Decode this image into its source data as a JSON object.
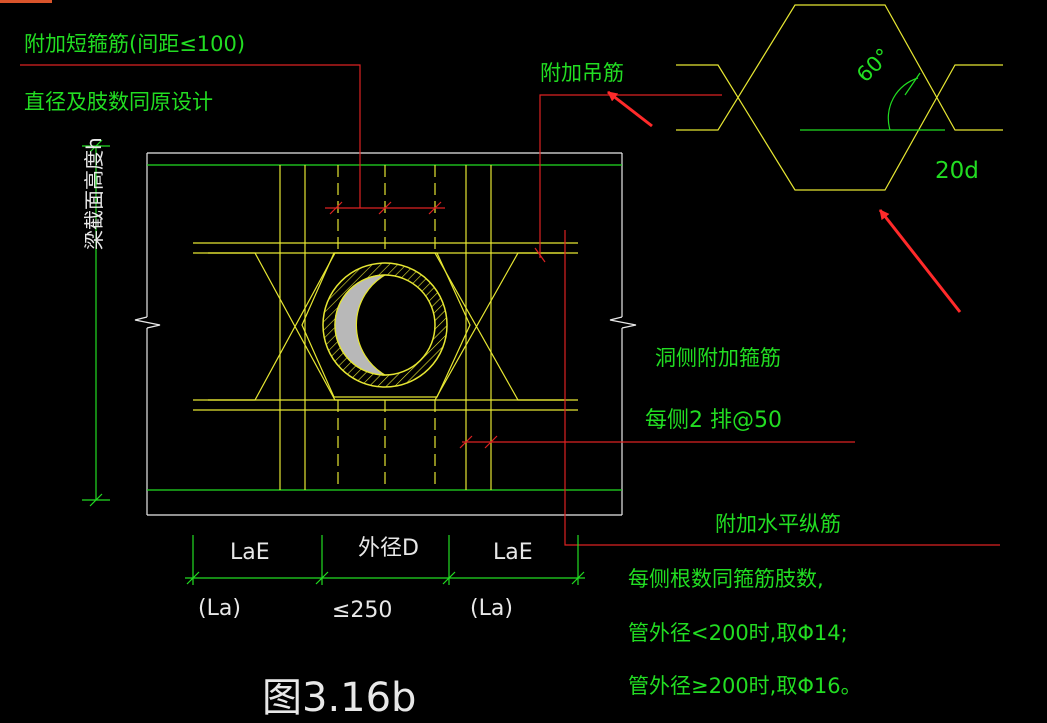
{
  "annotations": {
    "extra_short_stirrup_1": "附加短箍筋(间距≤100)",
    "extra_short_stirrup_2": "直径及肢数同原设计",
    "extra_hanger_bar": "附加吊筋",
    "angle_60": "60°",
    "length_20d": "20d",
    "hole_side_stirrup": "洞侧附加箍筋",
    "each_side_spacing": "每侧2 排@50",
    "extra_horizontal_bar": "附加水平纵筋",
    "note_line_1": "每侧根数同箍筋肢数,",
    "note_line_2": "管外径<200时,取Φ14;",
    "note_line_3": "管外径≥200时,取Φ16。"
  },
  "dimensions": {
    "beam_height": "梁截面高度h",
    "lae_left": "LaE",
    "outer_diameter": "外径D",
    "lae_right": "LaE",
    "la_left": "(La)",
    "max_250": "≤250",
    "la_right": "(La)"
  },
  "figure_label": "图3.16b",
  "colors": {
    "background": "#000000",
    "beam_lines": "#e8e8e8",
    "rebar": "#e6e632",
    "leaders": "#dd2222",
    "labels": "#22dd22",
    "arrows": "#ff2a2a",
    "hole_fill": "#b8b8b8"
  }
}
